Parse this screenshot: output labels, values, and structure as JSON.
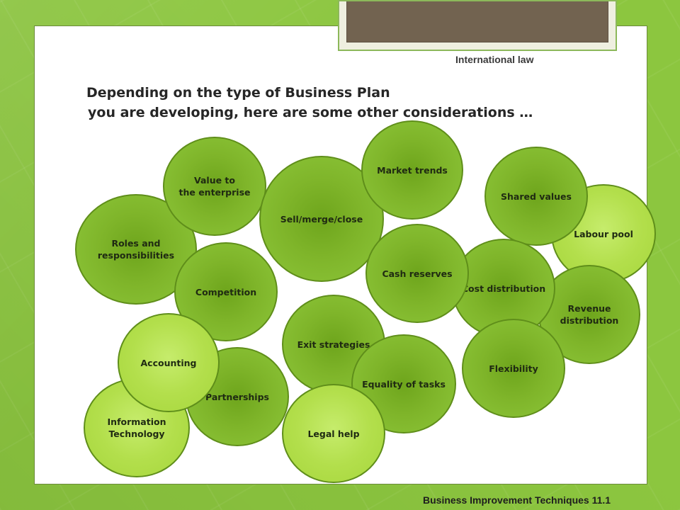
{
  "slide": {
    "top_caption": "International law",
    "heading": {
      "line1": "Depending on the type of Business Plan",
      "line2": " you are developing, here are some other considerations …"
    },
    "footer": "Business Improvement Techniques 11.1"
  },
  "bubbles": [
    {
      "id": "roles",
      "label": "Roles and\nresponsibilities",
      "style": "dark"
    },
    {
      "id": "value",
      "label": "Value to\nthe enterprise",
      "style": "dark"
    },
    {
      "id": "sell",
      "label": "Sell/merge/close",
      "style": "dark"
    },
    {
      "id": "market",
      "label": "Market trends",
      "style": "dark"
    },
    {
      "id": "labour",
      "label": "Labour pool",
      "style": "light"
    },
    {
      "id": "shared",
      "label": "Shared values",
      "style": "dark"
    },
    {
      "id": "competition",
      "label": "Competition",
      "style": "dark"
    },
    {
      "id": "cost",
      "label": "Cost distribution",
      "style": "dark"
    },
    {
      "id": "cash",
      "label": "Cash reserves",
      "style": "dark"
    },
    {
      "id": "revenue",
      "label": "Revenue\ndistribution",
      "style": "dark"
    },
    {
      "id": "exit",
      "label": "Exit strategies",
      "style": "dark"
    },
    {
      "id": "partnerships",
      "label": "Partnerships",
      "style": "dark"
    },
    {
      "id": "it",
      "label": "Information\nTechnology",
      "style": "light"
    },
    {
      "id": "accounting",
      "label": "Accounting",
      "style": "light"
    },
    {
      "id": "equality",
      "label": "Equality of tasks",
      "style": "dark"
    },
    {
      "id": "flexibility",
      "label": "Flexibility",
      "style": "dark"
    },
    {
      "id": "legal",
      "label": "Legal help",
      "style": "light"
    }
  ],
  "colors": {
    "background": "#8cc63f",
    "bubble_dark": "#7fb52a",
    "bubble_light": "#b3df4c",
    "bubble_border": "#5f8e1a"
  }
}
